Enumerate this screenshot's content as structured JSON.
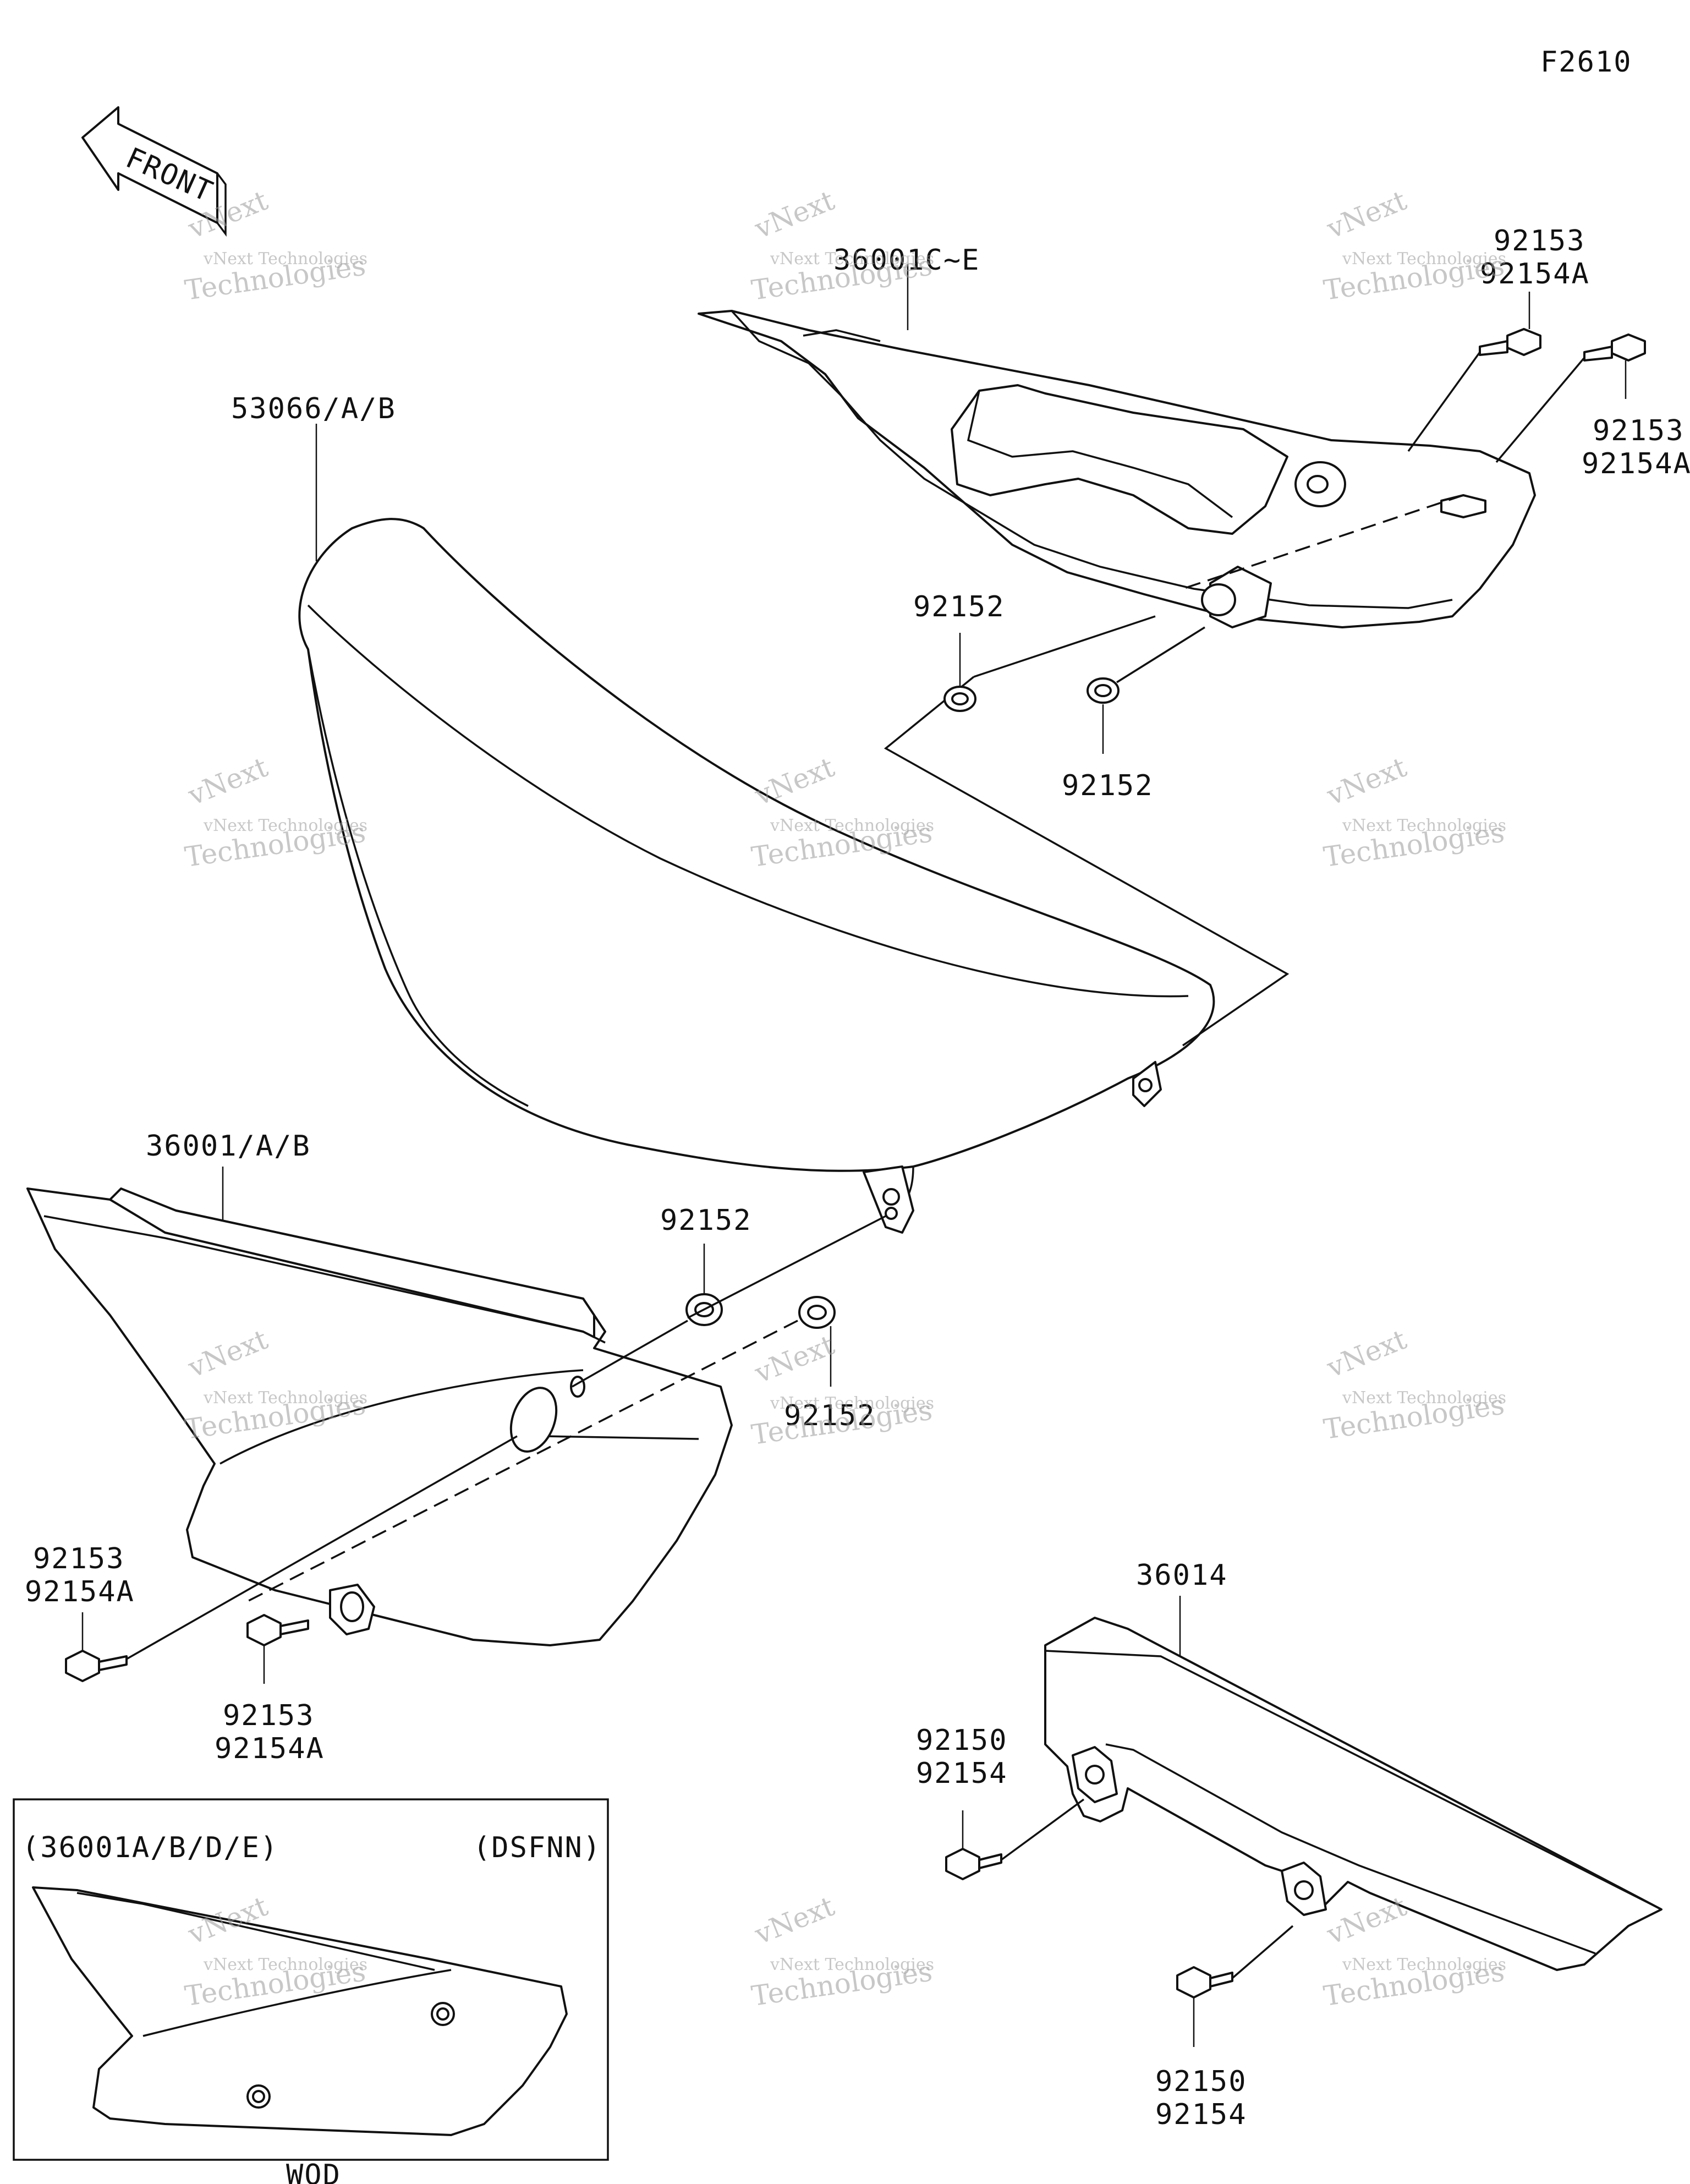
{
  "figure_code": "F2610",
  "front_arrow_text": "FRONT",
  "watermark": {
    "line1": "vNext Technologies",
    "line2": "vNext",
    "line3": "Technologies"
  },
  "labels": {
    "cover_top_right": "36001C~E",
    "seat": "53066/A/B",
    "bolt_tr_1a": "92153",
    "bolt_tr_1b": "92154A",
    "bolt_tr_2a": "92153",
    "bolt_tr_2b": "92154A",
    "collar_tr_1": "92152",
    "collar_tr_2": "92152",
    "cover_left": "36001/A/B",
    "collar_mid_1": "92152",
    "collar_mid_2": "92152",
    "bolt_l_1a": "92153",
    "bolt_l_1b": "92154A",
    "bolt_l_2a": "92153",
    "bolt_l_2b": "92154A",
    "chain_guard": "36014",
    "bolt_cg_1a": "92150",
    "bolt_cg_1b": "92154",
    "bolt_cg_2a": "92150",
    "bolt_cg_2b": "92154"
  },
  "inset": {
    "left_text": "(36001A/B/D/E)",
    "right_text": "(DSFNN)",
    "caption": "WOD"
  }
}
